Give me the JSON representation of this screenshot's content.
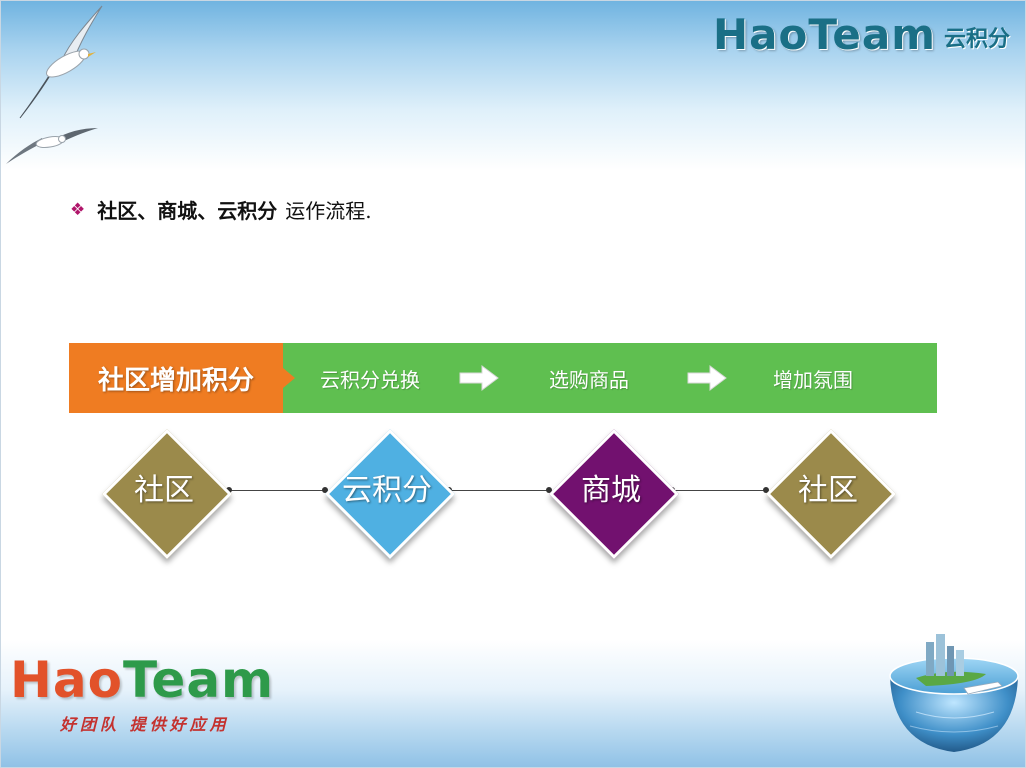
{
  "header": {
    "brand_word": "HaoTeam",
    "brand_sub": "云积分"
  },
  "bullet": {
    "strong": "社区、商城、云积分",
    "rest": "运作流程."
  },
  "process_bar": {
    "highlight": "社区增加积分",
    "steps": [
      "云积分兑换",
      "选购商品",
      "增加氛围"
    ]
  },
  "flow": {
    "nodes": [
      {
        "label": "社区",
        "color": "#9b8a4b"
      },
      {
        "label": "云积分",
        "color": "#4fb0e2"
      },
      {
        "label": "商城",
        "color": "#72116f"
      },
      {
        "label": "社区",
        "color": "#9b8a4b"
      }
    ]
  },
  "footer": {
    "brand_hao": "Hao",
    "brand_team": "Team",
    "slogan": "好团队  提供好应用"
  },
  "colors": {
    "orange": "#ef7c22",
    "green": "#5fbf50",
    "bullet_mark": "#b0156a"
  }
}
